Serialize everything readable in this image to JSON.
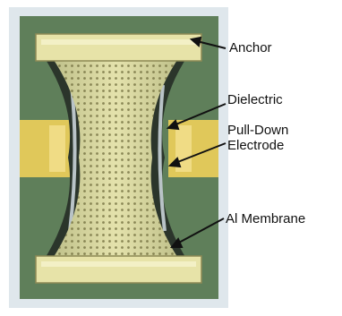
{
  "labels": {
    "anchor": "Anchor",
    "dielectric": "Dielectric",
    "pull_down_line1": "Pull-Down",
    "pull_down_line2": "Electrode",
    "membrane": "Al Membrane"
  },
  "colors": {
    "background": "#ffffff",
    "substrate_frame": "#dfe7ec",
    "substrate": "#5f7f5a",
    "gap_dark": "#2b352b",
    "anchor_fill": "#e7e3a8",
    "membrane_fill": "#d9d69a",
    "hole_color": "#6f6c3c",
    "electrode_fill": "#e0c85a",
    "dielectric_edge": "#b9c3c7",
    "arrow": "#111111"
  }
}
